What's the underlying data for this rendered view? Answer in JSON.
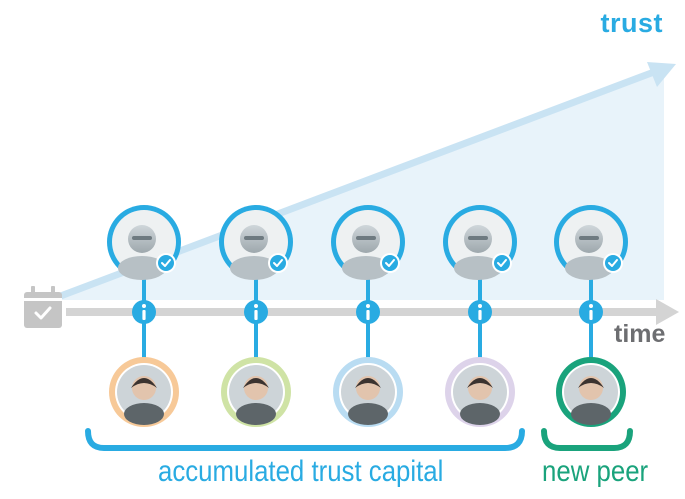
{
  "labels": {
    "trust_axis": "trust",
    "time_axis": "time",
    "accumulated": "accumulated trust capital",
    "new_peer": "new peer"
  },
  "icons": {
    "start": "calendar-check-icon",
    "info": "info-icon",
    "verified": "check-badge-icon",
    "driver": "driver-avatar",
    "passenger": "passenger-avatar"
  },
  "colors": {
    "accent_blue": "#29abe2",
    "trust_area": "#e8f3fa",
    "trust_line": "#c9e3f3",
    "time_axis": "#d4d4d4",
    "calendar_gray": "#c5c5c5",
    "label_gray": "#6d6e71",
    "new_peer_green": "#1aa37c"
  },
  "driver_count": 5,
  "passengers": [
    {
      "ring": "#f7c998"
    },
    {
      "ring": "#cfe3a5"
    },
    {
      "ring": "#b9dcf2"
    },
    {
      "ring": "#ddd3ea"
    },
    {
      "ring": "#1aa37c",
      "new_peer": true
    }
  ]
}
